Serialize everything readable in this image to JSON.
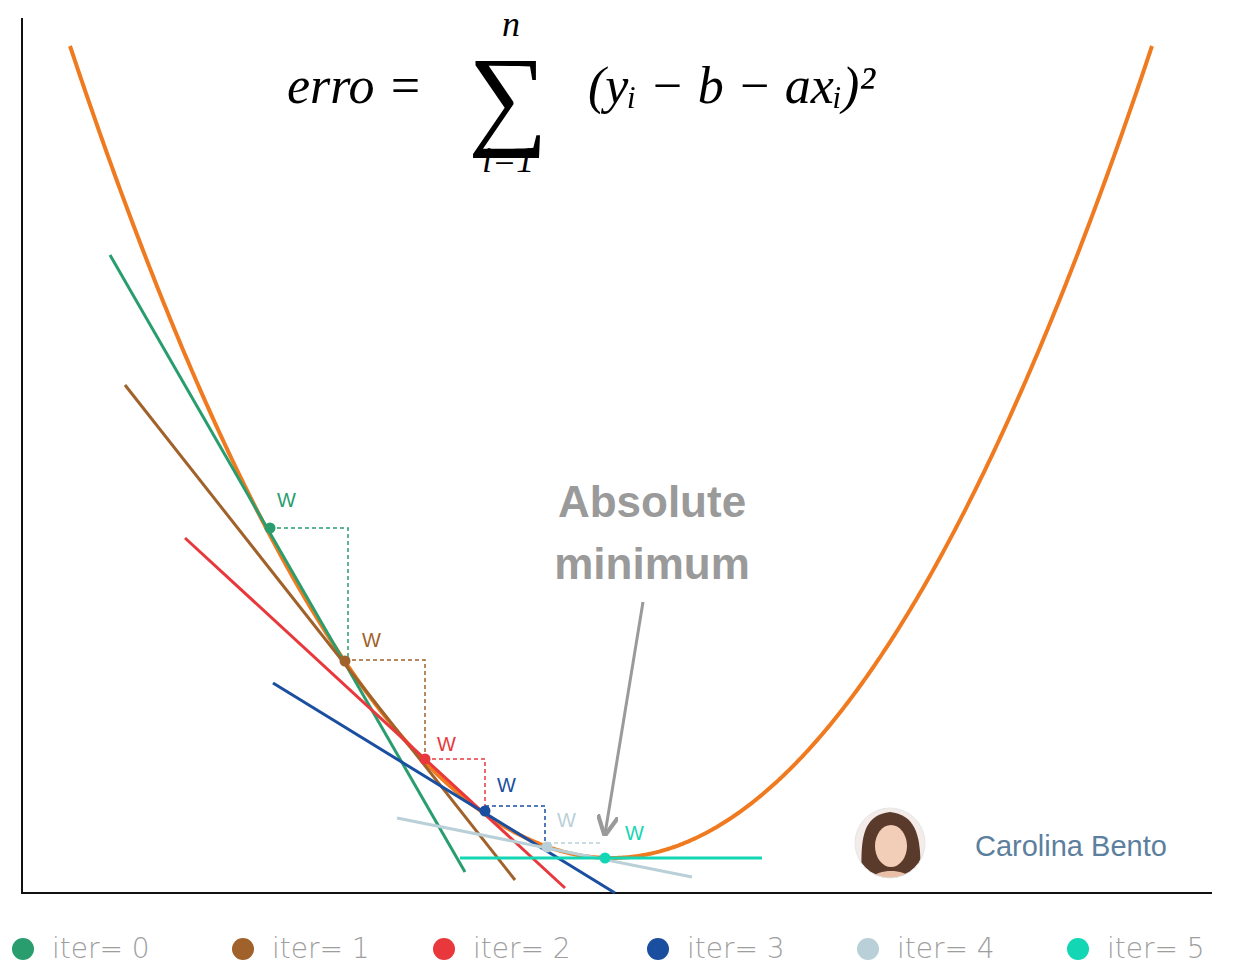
{
  "diagram": {
    "labels": [
      "erro =",
      "∑",
      "n",
      "i=1",
      "(yᵢ − b − axᵢ)²",
      "W",
      "W",
      "W",
      "W",
      "W",
      "W",
      "Absolute minimum",
      "Carolina Bento"
    ],
    "legend": [
      {
        "text": "iter= 0",
        "color": "#2a9d6f"
      },
      {
        "text": "iter= 1",
        "color": "#a0622a"
      },
      {
        "text": "iter= 2",
        "color": "#e8383c"
      },
      {
        "text": "iter= 3",
        "color": "#1a4fa0"
      },
      {
        "text": "iter= 4",
        "color": "#b9d0d8"
      },
      {
        "text": "iter= 5",
        "color": "#12d6b4"
      }
    ]
  }
}
